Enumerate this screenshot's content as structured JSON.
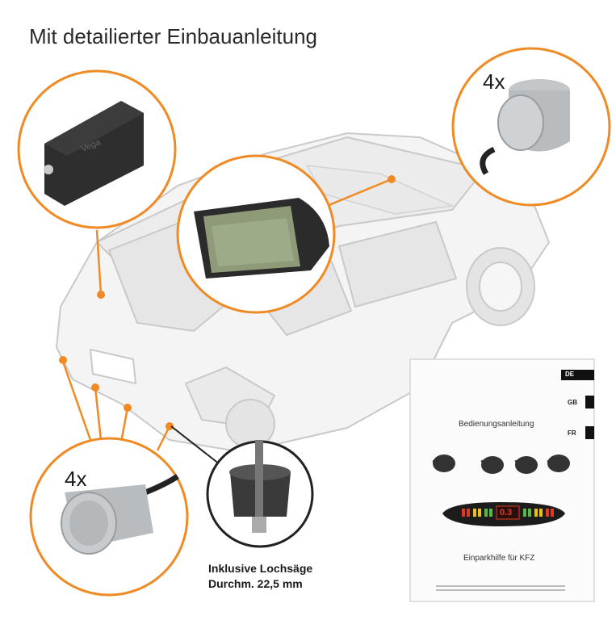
{
  "headline": "Mit detailierter Einbauanleitung",
  "sensor_count_top": "4x",
  "sensor_count_bottom": "4x",
  "hole_saw_caption": {
    "line1": "Inklusive Lochsäge",
    "line2": "Durchm. 22,5 mm"
  },
  "manual": {
    "languages": [
      "DE",
      "GB",
      "FR"
    ],
    "title": "Bedienungsanleitung",
    "subtitle": "Einparkhilfe für KFZ",
    "display_digits": "0.3"
  },
  "colors": {
    "accent": "#f08a24",
    "car_body": "#f4f4f4",
    "car_outline": "#c9c9c9",
    "sensor_silver": "#b9bcbf",
    "module_dark": "#2e2e2e",
    "lcd_green": "#8e9a78"
  },
  "device_brand": "Vega"
}
